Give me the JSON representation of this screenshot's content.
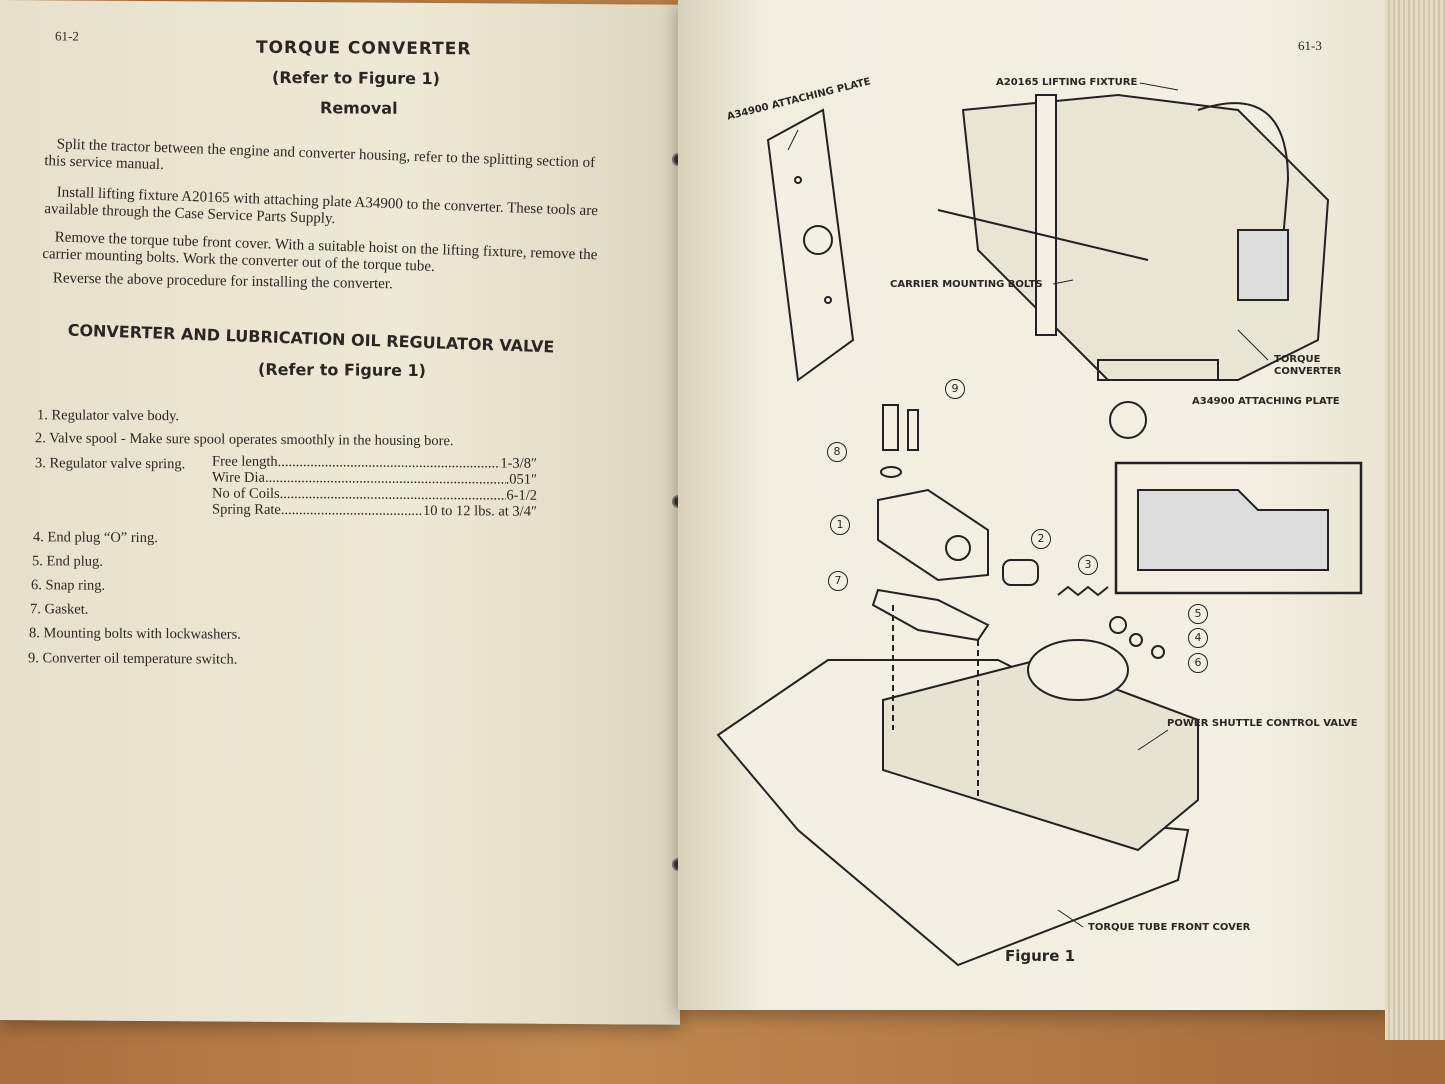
{
  "left_page": {
    "page_number": "61-2",
    "title": "TORQUE CONVERTER",
    "subtitle": "(Refer to Figure 1)",
    "section": "Removal",
    "paragraphs": [
      [
        "Split the tractor between the engine and converter housing, refer to the splitting section of",
        "this service manual."
      ],
      [
        "Install lifting fixture A20165 with attaching plate A34900 to the converter. These tools are",
        "available through the Case Service Parts Supply."
      ],
      [
        "Remove the torque tube front cover. With a suitable hoist on the lifting fixture, remove the",
        "carrier mounting bolts. Work the converter out of the torque tube."
      ],
      [
        "Reverse the above procedure for installing the converter."
      ]
    ],
    "heading2": "CONVERTER AND LUBRICATION OIL REGULATOR VALVE",
    "subtitle2": "(Refer to Figure 1)",
    "items": [
      "1. Regulator valve body.",
      "2. Valve spool - Make sure spool operates smoothly in the housing bore.",
      "3. Regulator valve spring.",
      "4. End plug “O” ring.",
      "5. End plug.",
      "6. Snap ring.",
      "7. Gasket.",
      "8. Mounting bolts with lockwashers.",
      "9. Converter oil temperature switch."
    ],
    "spring_specs": [
      {
        "label": "Free length",
        "value": "1-3/8″"
      },
      {
        "label": "Wire Dia.",
        "value": ".051″"
      },
      {
        "label": "No of Coils",
        "value": "6-1/2"
      },
      {
        "label": "Spring Rate",
        "value": "10 to 12 lbs. at 3/4″"
      }
    ]
  },
  "right_page": {
    "page_number": "61-3",
    "labels": {
      "lifting_fixture": "A20165  LIFTING FIXTURE",
      "attaching_plate_top": "A34900 ATTACHING PLATE",
      "carrier_bolts": "CARRIER MOUNTING BOLTS",
      "torque_converter_1": "TORQUE",
      "torque_converter_2": "CONVERTER",
      "attaching_plate_right": "A34900 ATTACHING PLATE",
      "power_shuttle": "POWER SHUTTLE CONTROL VALVE",
      "front_cover": "TORQUE TUBE FRONT COVER"
    },
    "callouts": [
      "1",
      "2",
      "3",
      "4",
      "5",
      "6",
      "7",
      "8",
      "9"
    ],
    "figure_caption": "Figure 1"
  }
}
